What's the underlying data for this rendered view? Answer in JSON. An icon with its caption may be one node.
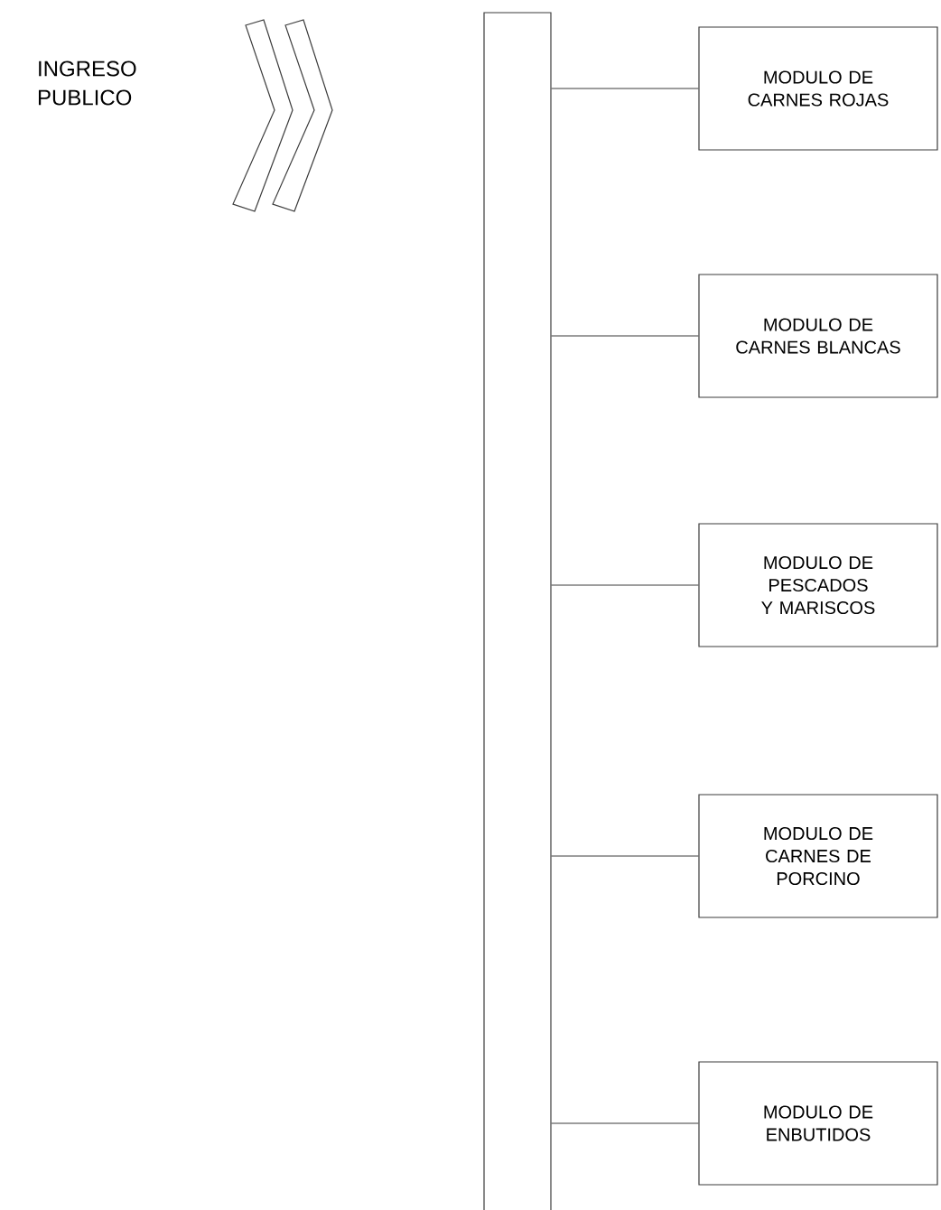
{
  "diagram": {
    "nodes": [
      {
        "text": [],
        "shape": "bar"
      },
      {
        "text": [
          "MODULO DE CARNES ROJAS"
        ]
      },
      {
        "text": [
          "MODULO DE CARNES BLANCAS"
        ]
      },
      {
        "text": [
          "MODULO DE PESCADOS Y MARISCOS"
        ]
      },
      {
        "text": [
          "MODULO DE CARNES DE PORCINO"
        ]
      },
      {
        "text": [
          "MODULO DE ENBUTIDOS"
        ]
      }
    ],
    "edges": [
      {
        "from": 0,
        "to": 1,
        "arrow": "none"
      },
      {
        "from": 0,
        "to": 2,
        "arrow": "none"
      },
      {
        "from": 0,
        "to": 3,
        "arrow": "none"
      },
      {
        "from": 0,
        "to": 4,
        "arrow": "none"
      },
      {
        "from": 0,
        "to": 5,
        "arrow": "none"
      }
    ],
    "labels": [
      "INGRESO PUBLICO"
    ]
  }
}
